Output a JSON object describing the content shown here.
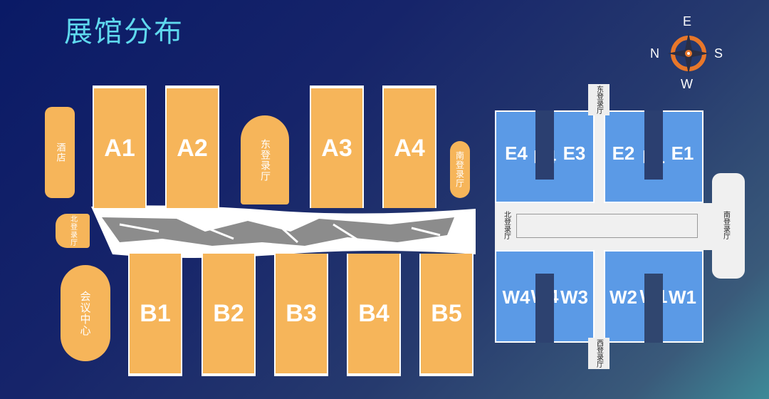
{
  "title": "展馆分布",
  "compass": {
    "north": "N",
    "south": "S",
    "east": "E",
    "west": "W"
  },
  "west_complex": {
    "a_halls": [
      "A1",
      "A2",
      "A3",
      "A4"
    ],
    "b_halls": [
      "B1",
      "B2",
      "B3",
      "B4",
      "B5"
    ],
    "hotel": "酒店",
    "conference_center": "会议中心",
    "east_lobby": "东登录厅",
    "south_lobby": "南登录厅",
    "north_lobby": "北登录厅"
  },
  "east_complex": {
    "e_halls": [
      "E4",
      "E3",
      "E2",
      "E1"
    ],
    "w_halls": [
      "W4",
      "W3",
      "W2",
      "W1"
    ],
    "east_lobby": "东登录厅",
    "west_lobby": "西登录厅",
    "north_lobby": "北登录厅",
    "south_lobby": "南登录厅"
  },
  "colors": {
    "orange_hall": "#f6b55a",
    "blue_hall": "#5b9ae6",
    "title": "#5fd9ee"
  }
}
